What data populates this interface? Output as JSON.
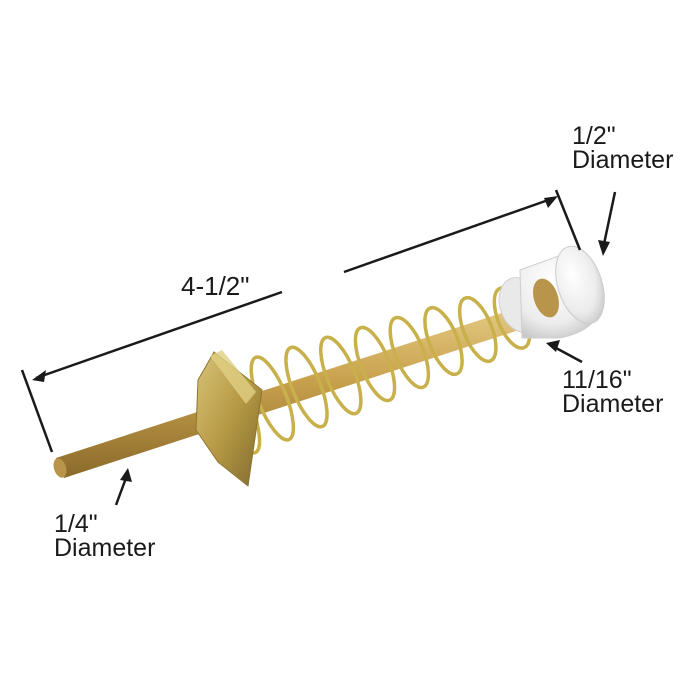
{
  "labels": {
    "length": "4-1/2\"",
    "top_size": "1/2\"",
    "top_word": "Diameter",
    "middle_size": "11/16\"",
    "middle_word": "Diameter",
    "bottom_size": "1/4\"",
    "bottom_word": "Diameter"
  },
  "colors": {
    "pin": "#c9a24e",
    "spring": "#c8b04a",
    "roller": "#f3f3f3",
    "dimension_line": "#1a1a1a"
  }
}
